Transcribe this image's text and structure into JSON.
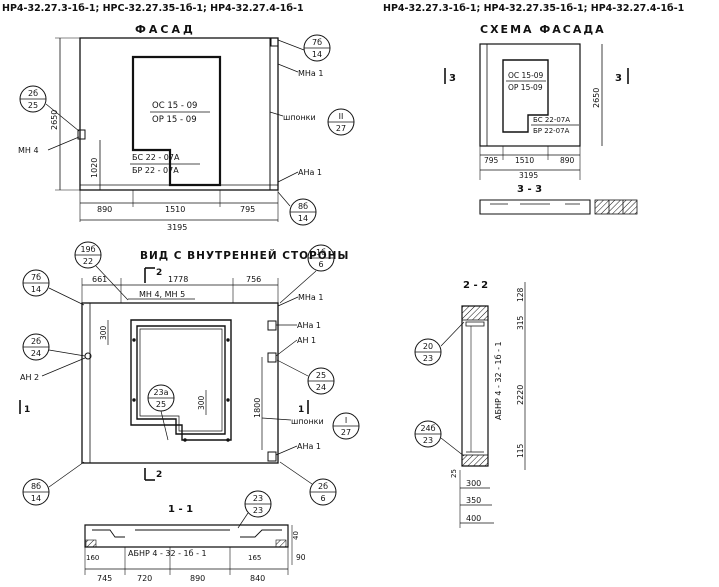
{
  "titles": {
    "top_left": "НР4-32.27.3-1б-1; НРС-32.27.35-1б-1; НР4-32.27.4-1б-1",
    "top_right": "НР4-32.27.3-1б-1; НР4-32.27.35-1б-1; НР4-32.27.4-1б-1",
    "facade": "ФАСАД",
    "scheme": "СХЕМА ФАСАДА",
    "inside_view": "ВИД С ВНУТРЕННЕЙ СТОРОНЫ",
    "section_11": "1 - 1",
    "section_22": "2 - 2",
    "section_33": "3 - 3"
  },
  "facade": {
    "window_labels": [
      "ОС 15 - 09",
      "ОР 15 - 09"
    ],
    "balcony_labels": [
      "БС 22 - 07А",
      "БР 22 - 07А"
    ],
    "dims_bottom": [
      "890",
      "1510",
      "795"
    ],
    "dim_total": "3195",
    "dim_height": "2650",
    "dim_sill": "1020",
    "mn_top": "МНа 1",
    "shponki": "шпонки",
    "mn4": "МН 4",
    "ana1": "АНа 1",
    "callouts": [
      {
        "top": "7б",
        "bottom": "14"
      },
      {
        "top": "2б",
        "bottom": "25"
      },
      {
        "top": "II",
        "bottom": "27"
      },
      {
        "top": "8б",
        "bottom": "14"
      }
    ]
  },
  "scheme": {
    "window_labels": [
      "ОС 15-09",
      "ОР 15-09"
    ],
    "balcony_labels": [
      "БС 22-07А",
      "БР 22-07А"
    ],
    "dims_bottom": [
      "795",
      "1510",
      "890"
    ],
    "dim_total": "3195",
    "dim_height": "2650",
    "cut_left": "3",
    "cut_right": "3"
  },
  "inside": {
    "dims_top": [
      "661",
      "1778",
      "756"
    ],
    "mn_label": "МН 4, МН 5",
    "mna1": "МНа 1",
    "ana1_top": "АНа 1",
    "an1": "АН 1",
    "an2": "АН 2",
    "shponki": "шпонки",
    "ana1_bottom": "АНа 1",
    "dim_300_left": "300",
    "dim_300_mid": "300",
    "dim_1800": "1800",
    "cut_top": "2",
    "cut_bottom": "2",
    "cut_left": "1",
    "cut_right": "1",
    "callouts": [
      {
        "top": "19б",
        "bottom": "22"
      },
      {
        "top": "7б",
        "bottom": "14"
      },
      {
        "top": "2б",
        "bottom": "24"
      },
      {
        "top": "23а",
        "bottom": "25"
      },
      {
        "top": "8б",
        "bottom": "14"
      },
      {
        "top": "1б",
        "bottom": "6"
      },
      {
        "top": "25",
        "bottom": "24"
      },
      {
        "top": "I",
        "bottom": "27"
      },
      {
        "top": "2б",
        "bottom": "6"
      }
    ]
  },
  "section11": {
    "label": "АБНР 4 - 32 - 1б - 1",
    "dims_bottom": [
      "745",
      "720",
      "890",
      "840"
    ],
    "dim_160": "160",
    "dim_165": "165",
    "dim_90": "90",
    "dim_40": "40",
    "callout": {
      "top": "23",
      "bottom": "23"
    }
  },
  "section22": {
    "label": "АБНР 4 - 32 - 1б - 1",
    "dims_right": [
      "128",
      "315",
      "2220",
      "115",
      "25"
    ],
    "dims_bottom": [
      "300",
      "350",
      "400"
    ],
    "callouts": [
      {
        "top": "20",
        "bottom": "23"
      },
      {
        "top": "24б",
        "bottom": "23"
      }
    ]
  }
}
